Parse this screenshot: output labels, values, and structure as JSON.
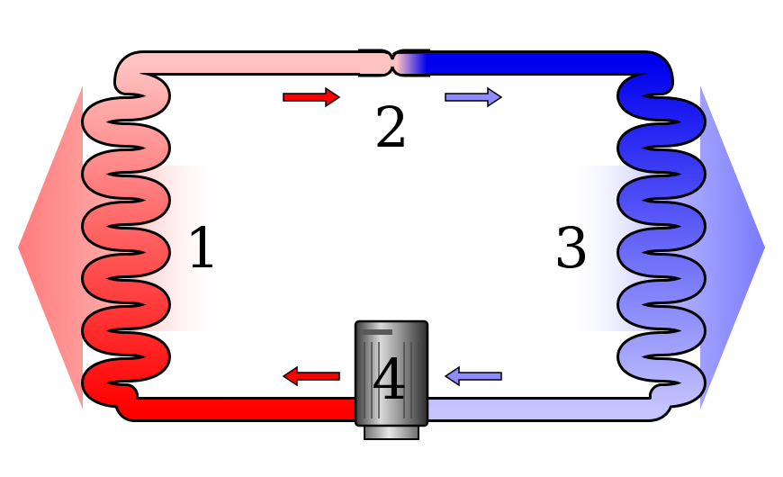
{
  "labels": {
    "condenser": "1",
    "expansion_valve": "2",
    "evaporator": "3",
    "compressor": "4"
  },
  "colors": {
    "hot": "#ff0000",
    "hot_light": "#ffb3b3",
    "cold": "#0000ee",
    "cold_light": "#b8b8ff",
    "outline": "#000000"
  }
}
